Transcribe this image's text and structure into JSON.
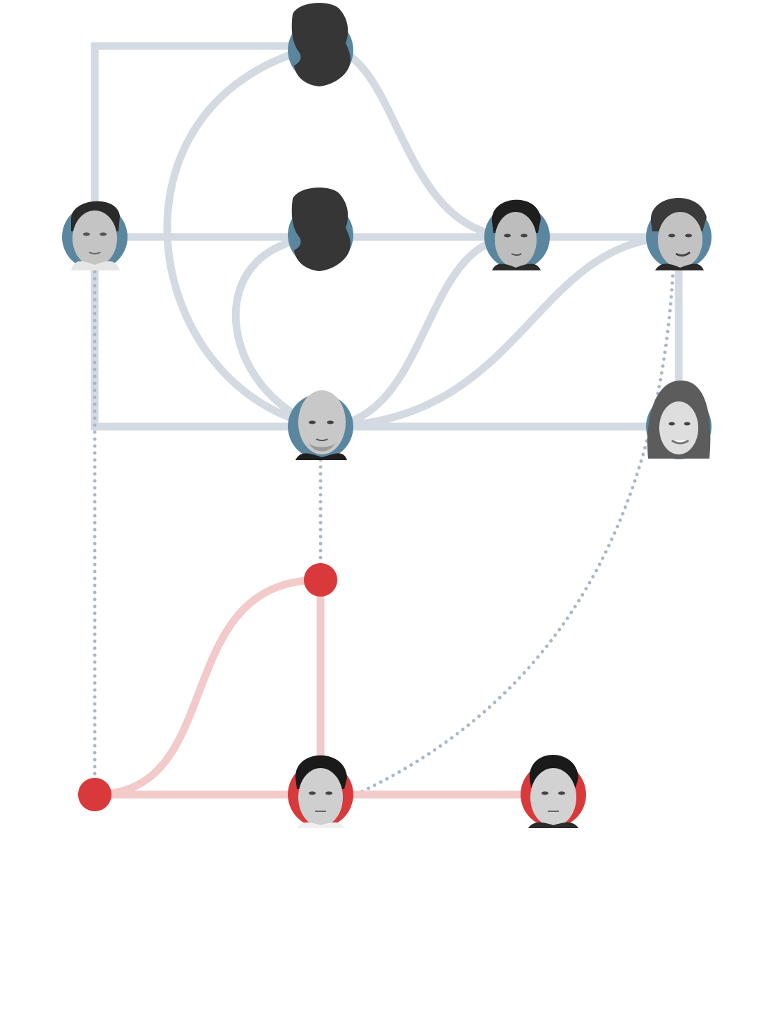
{
  "colors": {
    "node_ring_blue": "#5a879f",
    "node_red": "#d9393b",
    "edge_grey": "#d3dae2",
    "edge_dotted": "#a9b7c6",
    "edge_red": "#f3caca",
    "silhouette": "#363636",
    "background": "#ffffff"
  },
  "nodes": [
    {
      "id": "anonymous-woman-top",
      "kind": "silhouette-photo",
      "ring": "blue"
    },
    {
      "id": "man-left",
      "kind": "portrait-photo",
      "ring": "blue"
    },
    {
      "id": "anonymous-woman-middle",
      "kind": "silhouette-photo",
      "ring": "blue"
    },
    {
      "id": "man-center-right",
      "kind": "portrait-photo",
      "ring": "blue"
    },
    {
      "id": "man-far-right",
      "kind": "portrait-photo",
      "ring": "blue"
    },
    {
      "id": "bald-man-center",
      "kind": "portrait-photo",
      "ring": "blue"
    },
    {
      "id": "woman-right",
      "kind": "portrait-photo",
      "ring": "blue"
    },
    {
      "id": "red-dot-upper",
      "kind": "dot",
      "ring": "red"
    },
    {
      "id": "red-dot-left",
      "kind": "dot",
      "ring": "red"
    },
    {
      "id": "man-bottom-center",
      "kind": "portrait-photo",
      "ring": "red"
    },
    {
      "id": "man-bottom-right",
      "kind": "portrait-photo",
      "ring": "red"
    }
  ],
  "edges": [
    {
      "from": "man-left",
      "to": "anonymous-woman-top",
      "style": "solid-grey"
    },
    {
      "from": "man-left",
      "to": "anonymous-woman-middle",
      "style": "solid-grey"
    },
    {
      "from": "man-left",
      "to": "bald-man-center",
      "style": "solid-grey"
    },
    {
      "from": "anonymous-woman-top",
      "to": "man-center-right",
      "style": "solid-grey"
    },
    {
      "from": "anonymous-woman-top",
      "to": "bald-man-center",
      "style": "solid-grey"
    },
    {
      "from": "anonymous-woman-middle",
      "to": "man-center-right",
      "style": "solid-grey"
    },
    {
      "from": "anonymous-woman-middle",
      "to": "bald-man-center",
      "style": "solid-grey"
    },
    {
      "from": "man-center-right",
      "to": "man-far-right",
      "style": "solid-grey"
    },
    {
      "from": "man-center-right",
      "to": "bald-man-center",
      "style": "solid-grey"
    },
    {
      "from": "man-far-right",
      "to": "bald-man-center",
      "style": "solid-grey"
    },
    {
      "from": "man-far-right",
      "to": "woman-right",
      "style": "solid-grey"
    },
    {
      "from": "bald-man-center",
      "to": "woman-right",
      "style": "solid-grey"
    },
    {
      "from": "man-left",
      "to": "red-dot-left",
      "style": "dotted"
    },
    {
      "from": "bald-man-center",
      "to": "red-dot-upper",
      "style": "dotted"
    },
    {
      "from": "man-far-right",
      "to": "man-bottom-center",
      "style": "dotted"
    },
    {
      "from": "red-dot-left",
      "to": "red-dot-upper",
      "style": "solid-red"
    },
    {
      "from": "red-dot-upper",
      "to": "man-bottom-center",
      "style": "solid-red"
    },
    {
      "from": "red-dot-left",
      "to": "man-bottom-center",
      "style": "solid-red"
    },
    {
      "from": "man-bottom-center",
      "to": "man-bottom-right",
      "style": "solid-red"
    }
  ]
}
